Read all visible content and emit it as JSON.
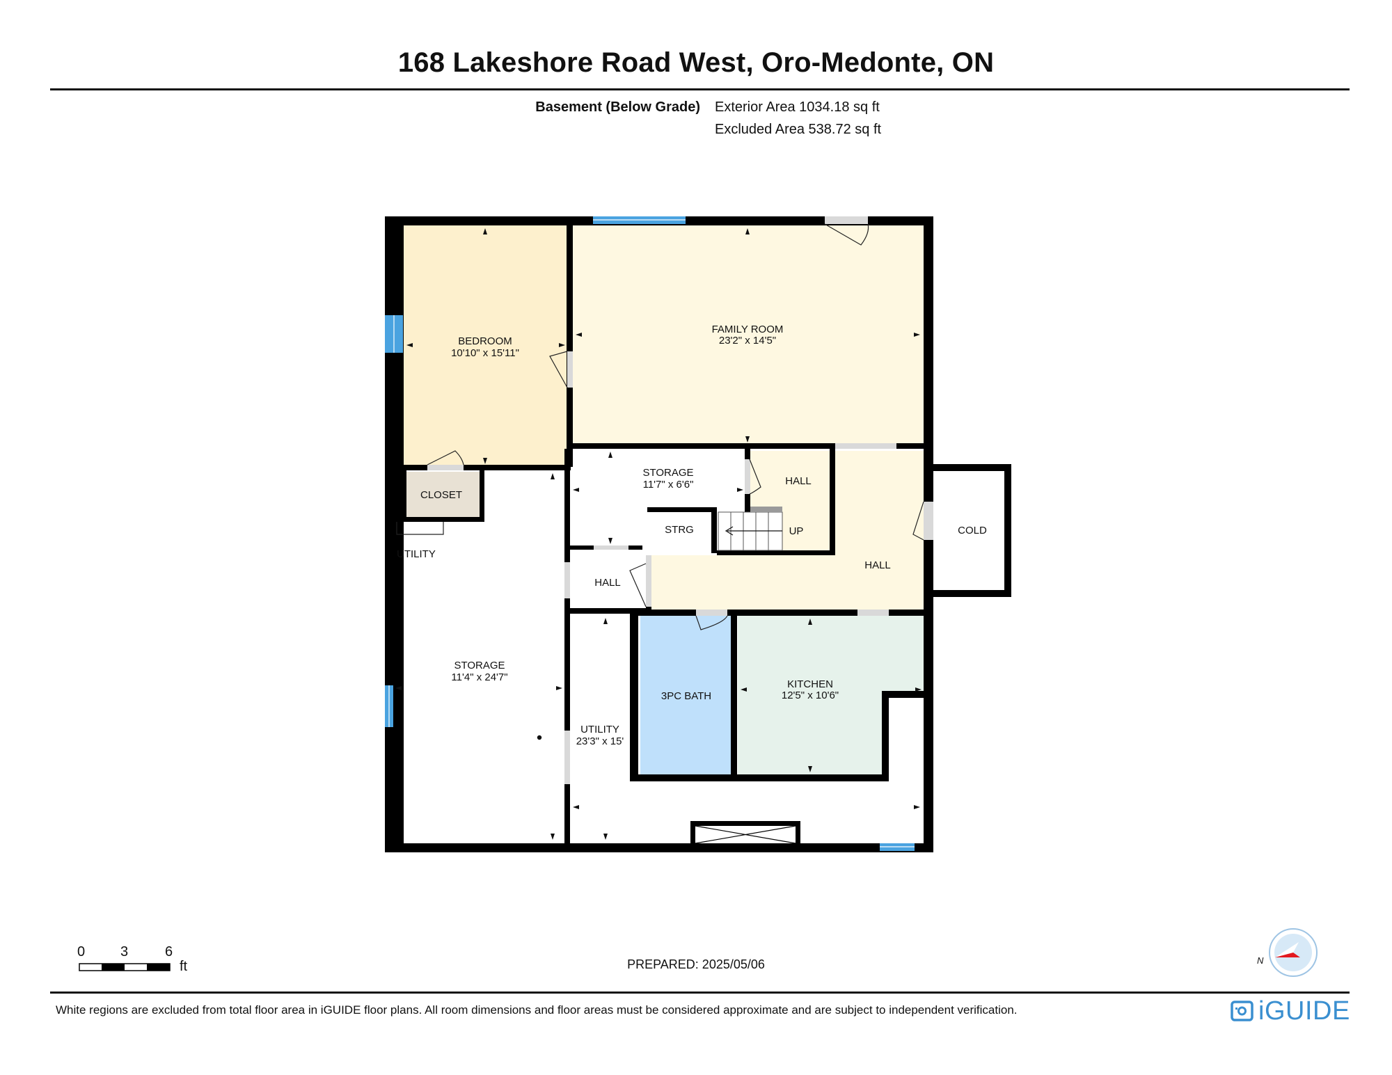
{
  "header": {
    "title": "168 Lakeshore Road West, Oro-Medonte, ON",
    "level": "Basement (Below Grade)",
    "exterior_area": "Exterior Area 1034.18 sq ft",
    "excluded_area": "Excluded Area 538.72 sq ft"
  },
  "rooms": {
    "bedroom": {
      "name": "BEDROOM",
      "dims": "10'10\" x 15'11\""
    },
    "family_room": {
      "name": "FAMILY ROOM",
      "dims": "23'2\" x 14'5\""
    },
    "storage_upper": {
      "name": "STORAGE",
      "dims": "11'7\" x 6'6\""
    },
    "hall_upper": {
      "name": "HALL"
    },
    "strg": {
      "name": "STRG"
    },
    "up": {
      "name": "UP"
    },
    "closet": {
      "name": "CLOSET"
    },
    "utility_small": {
      "name": "UTILITY"
    },
    "hall_small": {
      "name": "HALL"
    },
    "hall_right": {
      "name": "HALL"
    },
    "cold": {
      "name": "COLD"
    },
    "storage_lower": {
      "name": "STORAGE",
      "dims": "11'4\" x 24'7\""
    },
    "bath": {
      "name": "3PC BATH"
    },
    "kitchen": {
      "name": "KITCHEN",
      "dims": "12'5\" x 10'6\""
    },
    "utility_large": {
      "name": "UTILITY",
      "dims": "23'3\" x 15'"
    }
  },
  "colors": {
    "bedroom": "#fdf0cd",
    "family_room": "#fef8e1",
    "hall": "#fef8e1",
    "closet": "#e8e1d4",
    "bath": "#bfe0fb",
    "kitchen": "#e6f2eb",
    "wall": "#000000",
    "window": "#4aa3e0",
    "door": "#d9d9d9",
    "brand": "#3a8fd0",
    "compass_arrow": "#e3191f"
  },
  "scale_bar": {
    "ticks": [
      "0",
      "3",
      "6"
    ],
    "unit": "ft"
  },
  "footer": {
    "prepared": "PREPARED: 2025/05/06",
    "disclaimer": "White regions are excluded from total floor area in iGUIDE floor plans. All room dimensions and floor areas must be considered approximate and are subject to independent verification.",
    "brand": "iGUIDE"
  },
  "compass": {
    "label": "N"
  }
}
